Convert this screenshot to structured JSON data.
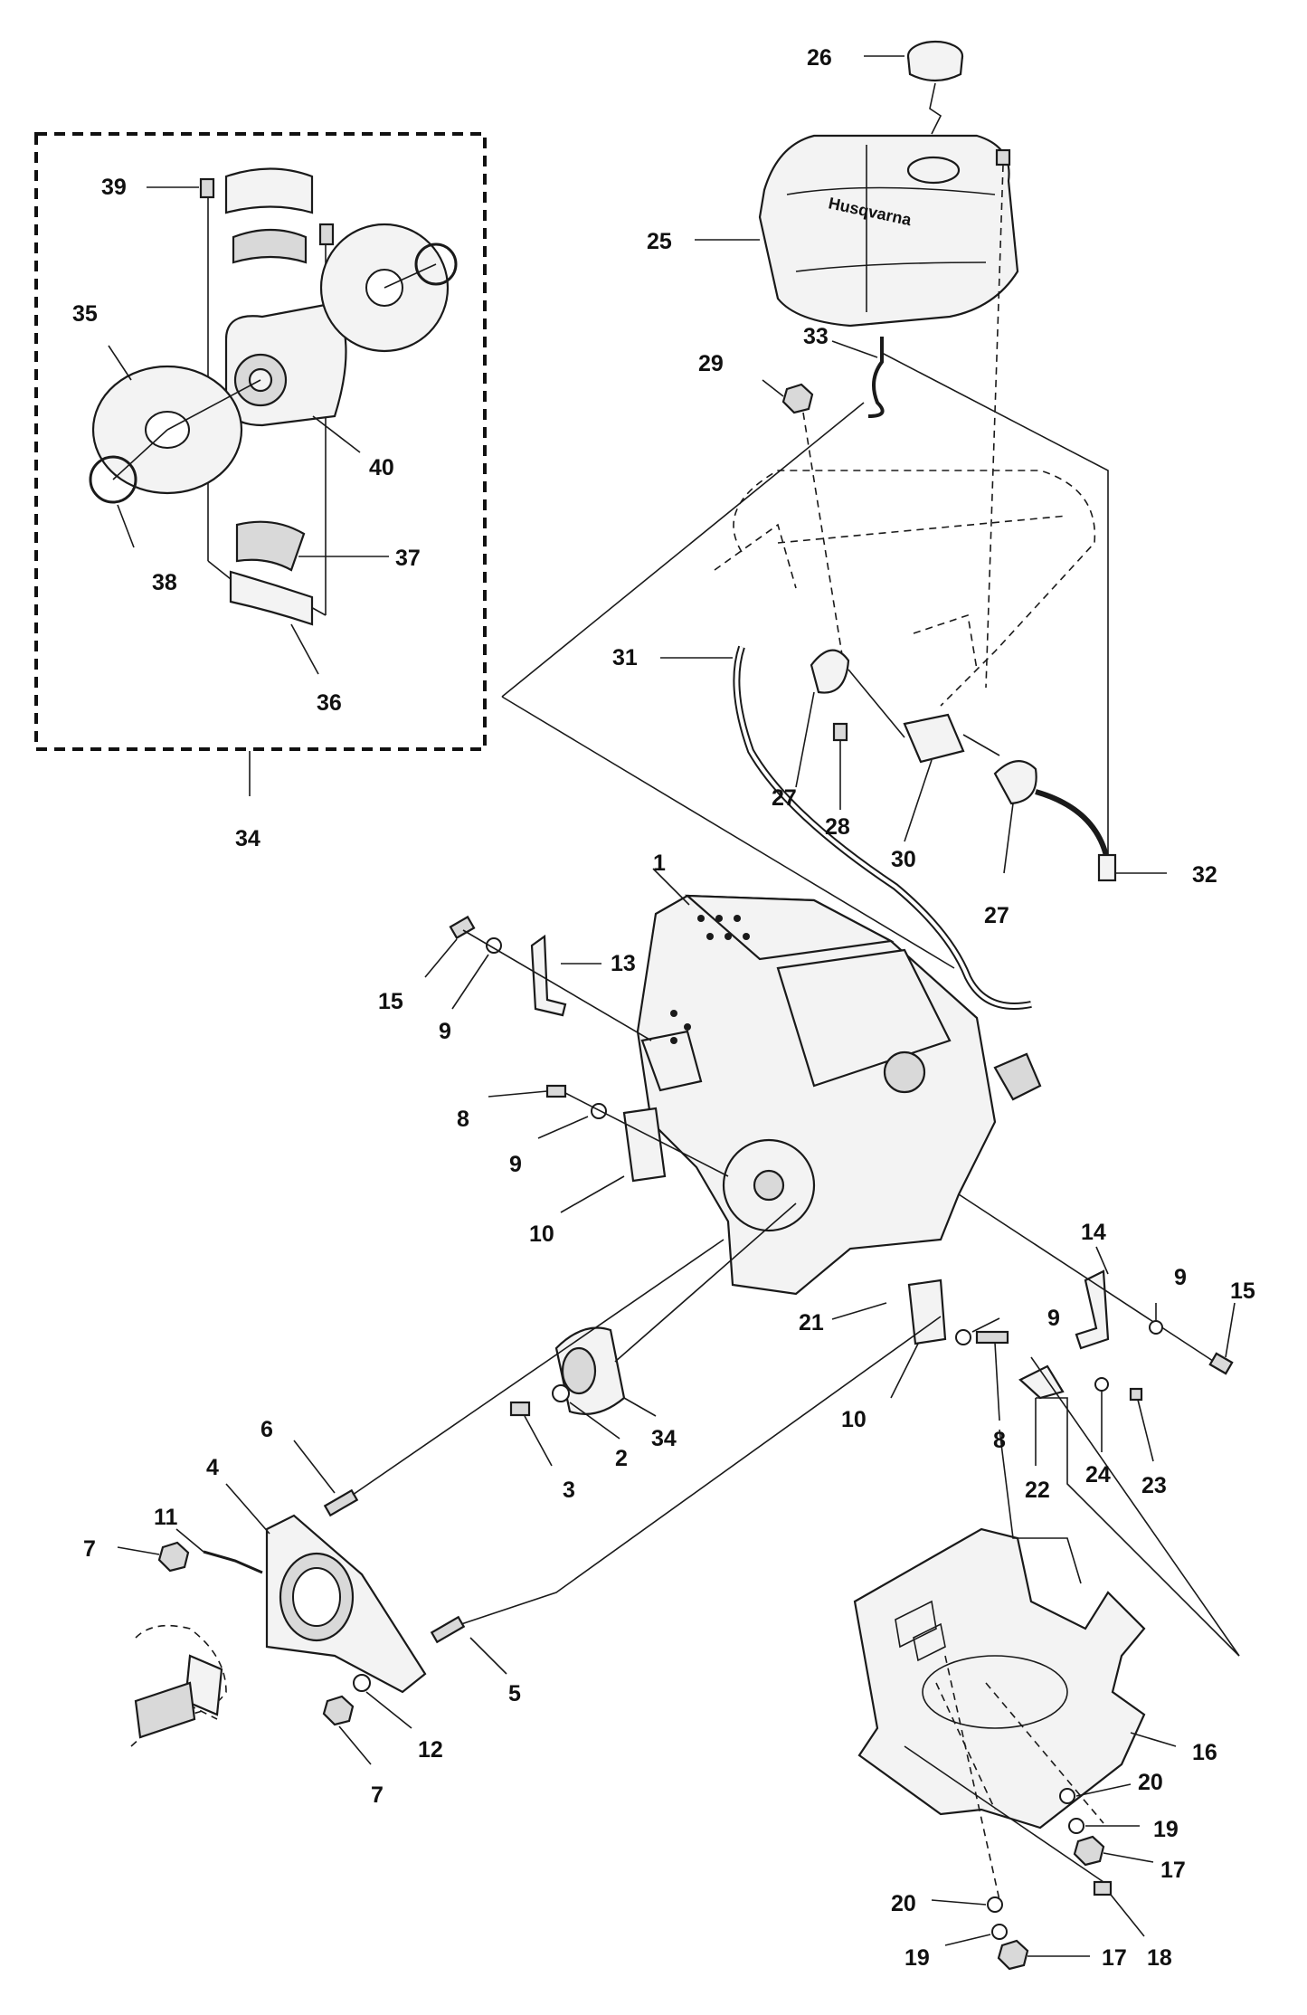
{
  "brand": "Husqvarna",
  "labels": [
    {
      "id": "l26",
      "text": "26"
    },
    {
      "id": "l25",
      "text": "25"
    },
    {
      "id": "l33",
      "text": "33"
    },
    {
      "id": "l29",
      "text": "29"
    },
    {
      "id": "l31",
      "text": "31"
    },
    {
      "id": "l27a",
      "text": "27"
    },
    {
      "id": "l28",
      "text": "28"
    },
    {
      "id": "l30",
      "text": "30"
    },
    {
      "id": "l27b",
      "text": "27"
    },
    {
      "id": "l32",
      "text": "32"
    },
    {
      "id": "l34a",
      "text": "34"
    },
    {
      "id": "l39",
      "text": "39"
    },
    {
      "id": "l35",
      "text": "35"
    },
    {
      "id": "l40",
      "text": "40"
    },
    {
      "id": "l37",
      "text": "37"
    },
    {
      "id": "l38",
      "text": "38"
    },
    {
      "id": "l36",
      "text": "36"
    },
    {
      "id": "l1",
      "text": "1"
    },
    {
      "id": "l13",
      "text": "13"
    },
    {
      "id": "l15a",
      "text": "15"
    },
    {
      "id": "l9a",
      "text": "9"
    },
    {
      "id": "l8a",
      "text": "8"
    },
    {
      "id": "l9b",
      "text": "9"
    },
    {
      "id": "l10a",
      "text": "10"
    },
    {
      "id": "l14",
      "text": "14"
    },
    {
      "id": "l9c",
      "text": "9"
    },
    {
      "id": "l15b",
      "text": "15"
    },
    {
      "id": "l9d",
      "text": "9"
    },
    {
      "id": "l21",
      "text": "21"
    },
    {
      "id": "l10b",
      "text": "10"
    },
    {
      "id": "l8b",
      "text": "8"
    },
    {
      "id": "l22",
      "text": "22"
    },
    {
      "id": "l24",
      "text": "24"
    },
    {
      "id": "l23",
      "text": "23"
    },
    {
      "id": "l34b",
      "text": "34"
    },
    {
      "id": "l2",
      "text": "2"
    },
    {
      "id": "l3",
      "text": "3"
    },
    {
      "id": "l6",
      "text": "6"
    },
    {
      "id": "l4",
      "text": "4"
    },
    {
      "id": "l11",
      "text": "11"
    },
    {
      "id": "l7a",
      "text": "7"
    },
    {
      "id": "l5",
      "text": "5"
    },
    {
      "id": "l12",
      "text": "12"
    },
    {
      "id": "l7b",
      "text": "7"
    },
    {
      "id": "l16",
      "text": "16"
    },
    {
      "id": "l20a",
      "text": "20"
    },
    {
      "id": "l19a",
      "text": "19"
    },
    {
      "id": "l17a",
      "text": "17"
    },
    {
      "id": "l20b",
      "text": "20"
    },
    {
      "id": "l19b",
      "text": "19"
    },
    {
      "id": "l17b",
      "text": "17"
    },
    {
      "id": "l18",
      "text": "18"
    }
  ]
}
